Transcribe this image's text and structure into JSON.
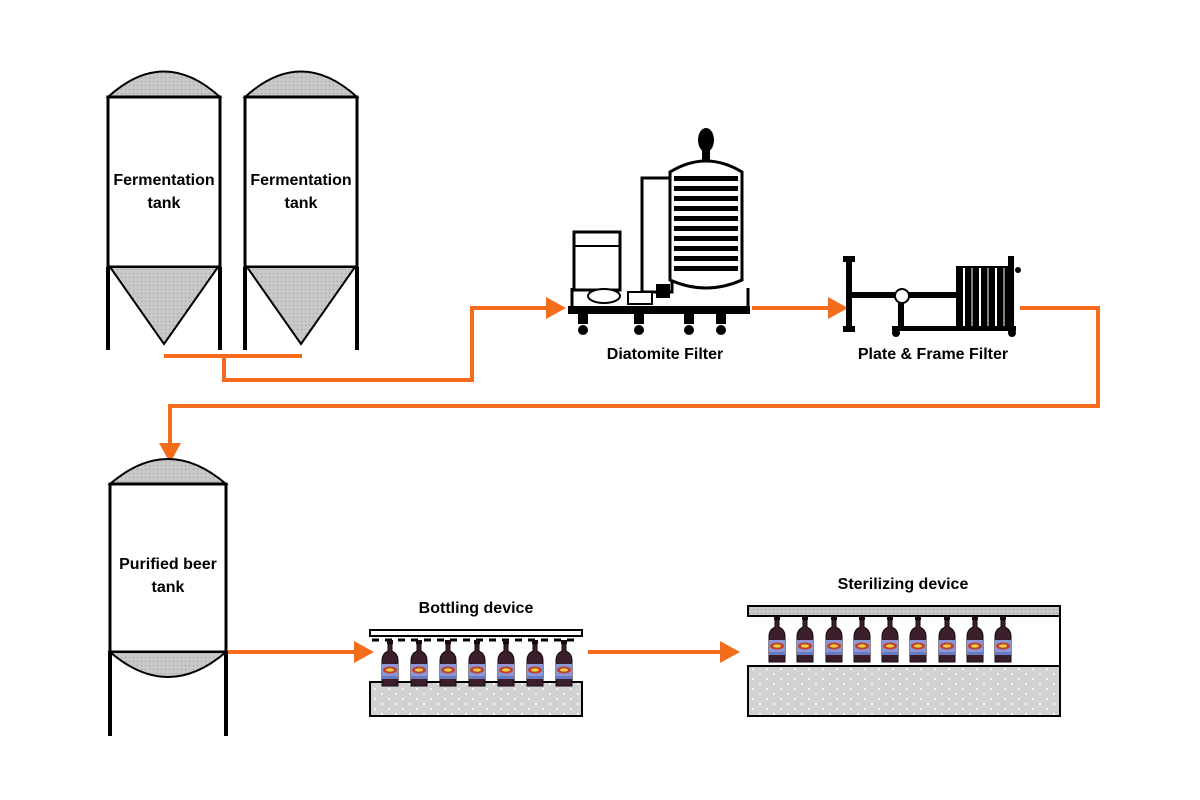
{
  "colors": {
    "flow": "#f26c1b",
    "outline": "#000000",
    "dome_fill": "#c4c4c4",
    "base_fill": "#d2d2d2",
    "bottle_body": "#3a1e2c",
    "bottle_label": "#8a96d8"
  },
  "labels": {
    "fermentation_tank_1": "Fermentation tank",
    "fermentation_tank_2": "Fermentation tank",
    "diatomite_filter": "Diatomite Filter",
    "plate_frame_filter": "Plate & Frame Filter",
    "purified_beer_tank": "Purified beer tank",
    "bottling_device": "Bottling device",
    "sterilizing_device": "Sterilizing device"
  },
  "equipment": {
    "bottling_device": {
      "bottles": 7
    },
    "sterilizing_device": {
      "bottles": 9
    }
  },
  "flow": [
    "fermentation_tank_1",
    "fermentation_tank_2",
    "diatomite_filter",
    "plate_frame_filter",
    "purified_beer_tank",
    "bottling_device",
    "sterilizing_device"
  ]
}
